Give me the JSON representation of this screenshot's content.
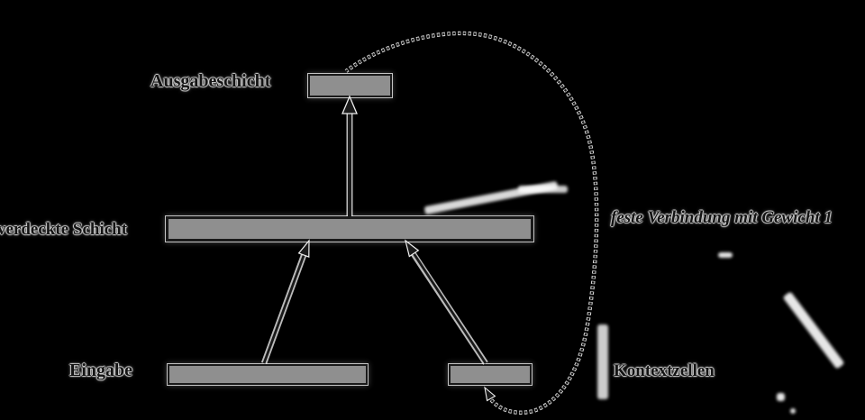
{
  "diagram": {
    "type": "jordan-recurrent-network",
    "labels": {
      "output_layer": "Ausgabeschicht",
      "hidden_layer": "verdeckte Schicht",
      "input": "Eingabe",
      "context_cells": "Kontextzellen",
      "feedback_note": "feste Verbindung mit Gewicht 1"
    },
    "colors": {
      "background": "#000000",
      "box_fill": "#8f8f8f",
      "box_border": "#1a1a1a",
      "line": "#1a1a1a",
      "halo": "#e1e1e1",
      "text": "#141414"
    },
    "edges": [
      {
        "from": "input",
        "to": "hidden_layer",
        "style": "solid-arrow"
      },
      {
        "from": "context_cells",
        "to": "hidden_layer",
        "style": "solid-arrow"
      },
      {
        "from": "hidden_layer",
        "to": "output_layer",
        "style": "solid-arrow"
      },
      {
        "from": "output_layer",
        "to": "context_cells",
        "style": "dotted-arrow",
        "note": "feste Verbindung mit Gewicht 1"
      }
    ]
  }
}
